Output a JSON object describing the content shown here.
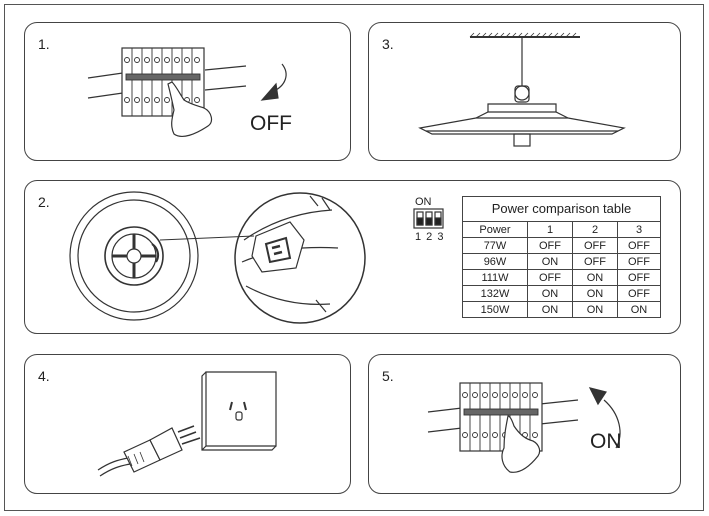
{
  "steps": {
    "s1": {
      "number": "1.",
      "label": "OFF"
    },
    "s2": {
      "number": "2."
    },
    "s3": {
      "number": "3."
    },
    "s4": {
      "number": "4."
    },
    "s5": {
      "number": "5.",
      "label": "ON"
    }
  },
  "dip_switch": {
    "on_label": "ON",
    "positions": "1 2 3"
  },
  "power_table": {
    "title": "Power comparison table",
    "headers": [
      "Power",
      "1",
      "2",
      "3"
    ],
    "rows": [
      [
        "77W",
        "OFF",
        "OFF",
        "OFF"
      ],
      [
        "96W",
        "ON",
        "OFF",
        "OFF"
      ],
      [
        "111W",
        "OFF",
        "ON",
        "OFF"
      ],
      [
        "132W",
        "ON",
        "ON",
        "OFF"
      ],
      [
        "150W",
        "ON",
        "ON",
        "ON"
      ]
    ]
  }
}
